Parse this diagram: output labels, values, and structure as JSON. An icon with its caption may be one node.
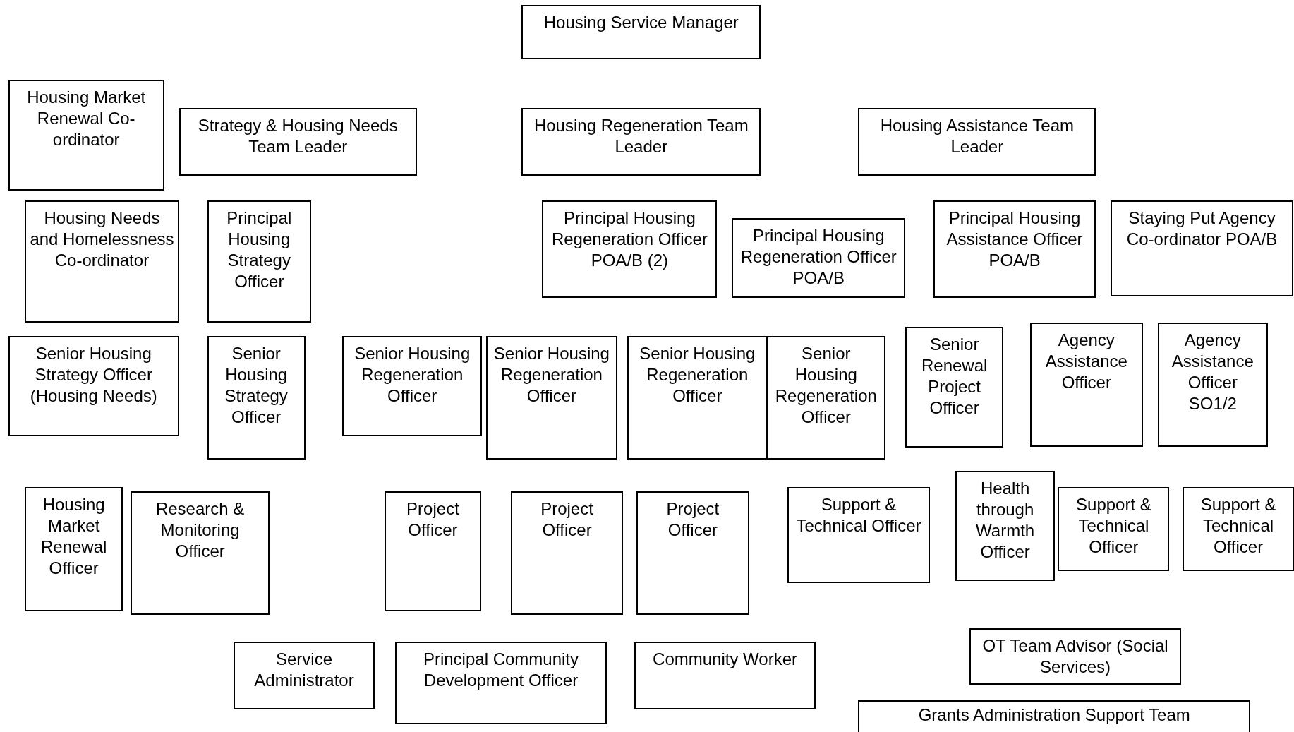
{
  "diagram": {
    "nodes": [
      {
        "text": [
          "Housing Service Manager"
        ]
      },
      {
        "text": [
          "Housing Market Renewal Co-ordinator"
        ]
      },
      {
        "text": [
          "Strategy & Housing Needs Team Leader"
        ]
      },
      {
        "text": [
          "Housing Regeneration Team Leader"
        ]
      },
      {
        "text": [
          "Housing Assistance Team Leader"
        ]
      },
      {
        "text": [
          "Housing Needs and Homelessness Co-ordinator"
        ]
      },
      {
        "text": [
          "Principal Housing Strategy Officer"
        ]
      },
      {
        "text": [
          "Principal Housing Regeneration Officer POA/B (2)"
        ]
      },
      {
        "text": [
          "Principal Housing Regeneration Officer POA/B"
        ]
      },
      {
        "text": [
          "Principal Housing Assistance Officer POA/B"
        ]
      },
      {
        "text": [
          "Staying Put Agency Co-ordinator POA/B"
        ]
      },
      {
        "text": [
          "Senior Housing Strategy Officer (Housing Needs)"
        ]
      },
      {
        "text": [
          "Senior Housing Strategy Officer"
        ]
      },
      {
        "text": [
          "Senior Housing Regeneration Officer"
        ]
      },
      {
        "text": [
          "Senior Housing Regeneration Officer"
        ]
      },
      {
        "text": [
          "Senior Housing Regeneration Officer"
        ]
      },
      {
        "text": [
          "Senior Housing Regeneration Officer"
        ]
      },
      {
        "text": [
          "Senior Renewal Project Officer"
        ]
      },
      {
        "text": [
          "Agency Assistance Officer"
        ]
      },
      {
        "text": [
          "Agency Assistance Officer SO1/2"
        ]
      },
      {
        "text": [
          "Housing Market Renewal Officer"
        ]
      },
      {
        "text": [
          "Research & Monitoring Officer"
        ]
      },
      {
        "text": [
          "Project Officer"
        ]
      },
      {
        "text": [
          "Project Officer"
        ]
      },
      {
        "text": [
          "Project Officer"
        ]
      },
      {
        "text": [
          "Support & Technical Officer"
        ]
      },
      {
        "text": [
          "Health through Warmth Officer"
        ]
      },
      {
        "text": [
          "Support & Technical Officer"
        ]
      },
      {
        "text": [
          "Support & Technical Officer"
        ]
      },
      {
        "text": [
          "OT Team Advisor (Social Services)"
        ]
      },
      {
        "text": [
          "Service Administrator"
        ]
      },
      {
        "text": [
          "Principal Community Development Officer"
        ]
      },
      {
        "text": [
          "Community Worker"
        ]
      },
      {
        "text": [
          "Grants Administration Support Team"
        ]
      }
    ]
  }
}
